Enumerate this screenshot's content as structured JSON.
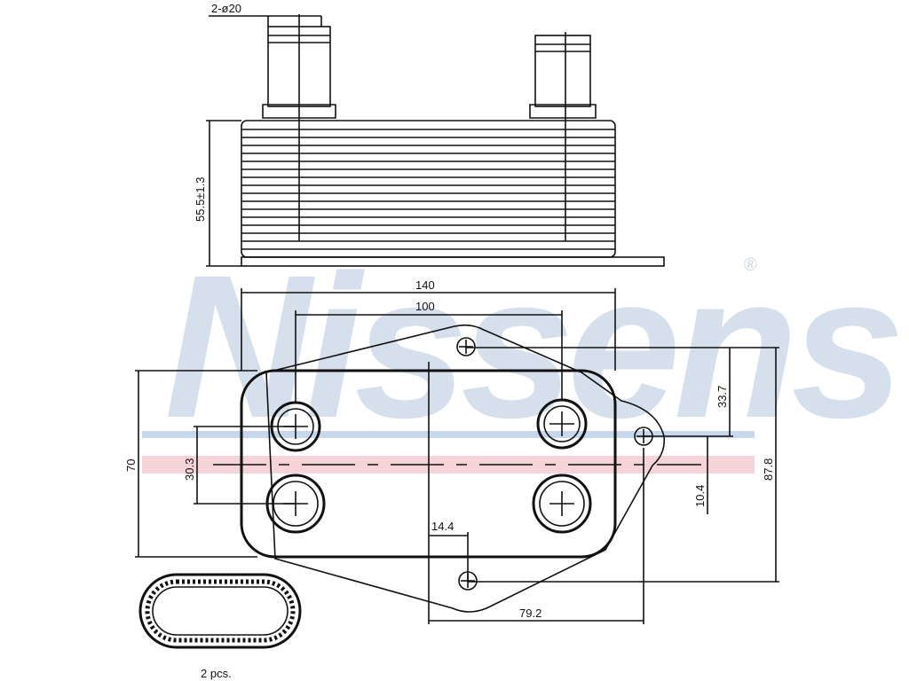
{
  "watermark": {
    "brand": "Nissens",
    "registered": "®",
    "stripe_blue": "#c7d8ea",
    "stripe_pink": "#f2c9cf"
  },
  "dimensions": {
    "pipe_diameter": "2-ø20",
    "height": "55.5±1.3",
    "width_total": "140",
    "pipe_spacing": "100",
    "hole_offset_top": "33.7",
    "pipe_vertical_spacing": "30.3",
    "body_height": "70",
    "hole_offset_right": "10.4",
    "flange_height": "87.8",
    "hole_offset_bottom": "14.4",
    "hole_span": "79.2"
  },
  "gasket": {
    "quantity_label": "2 pcs."
  }
}
